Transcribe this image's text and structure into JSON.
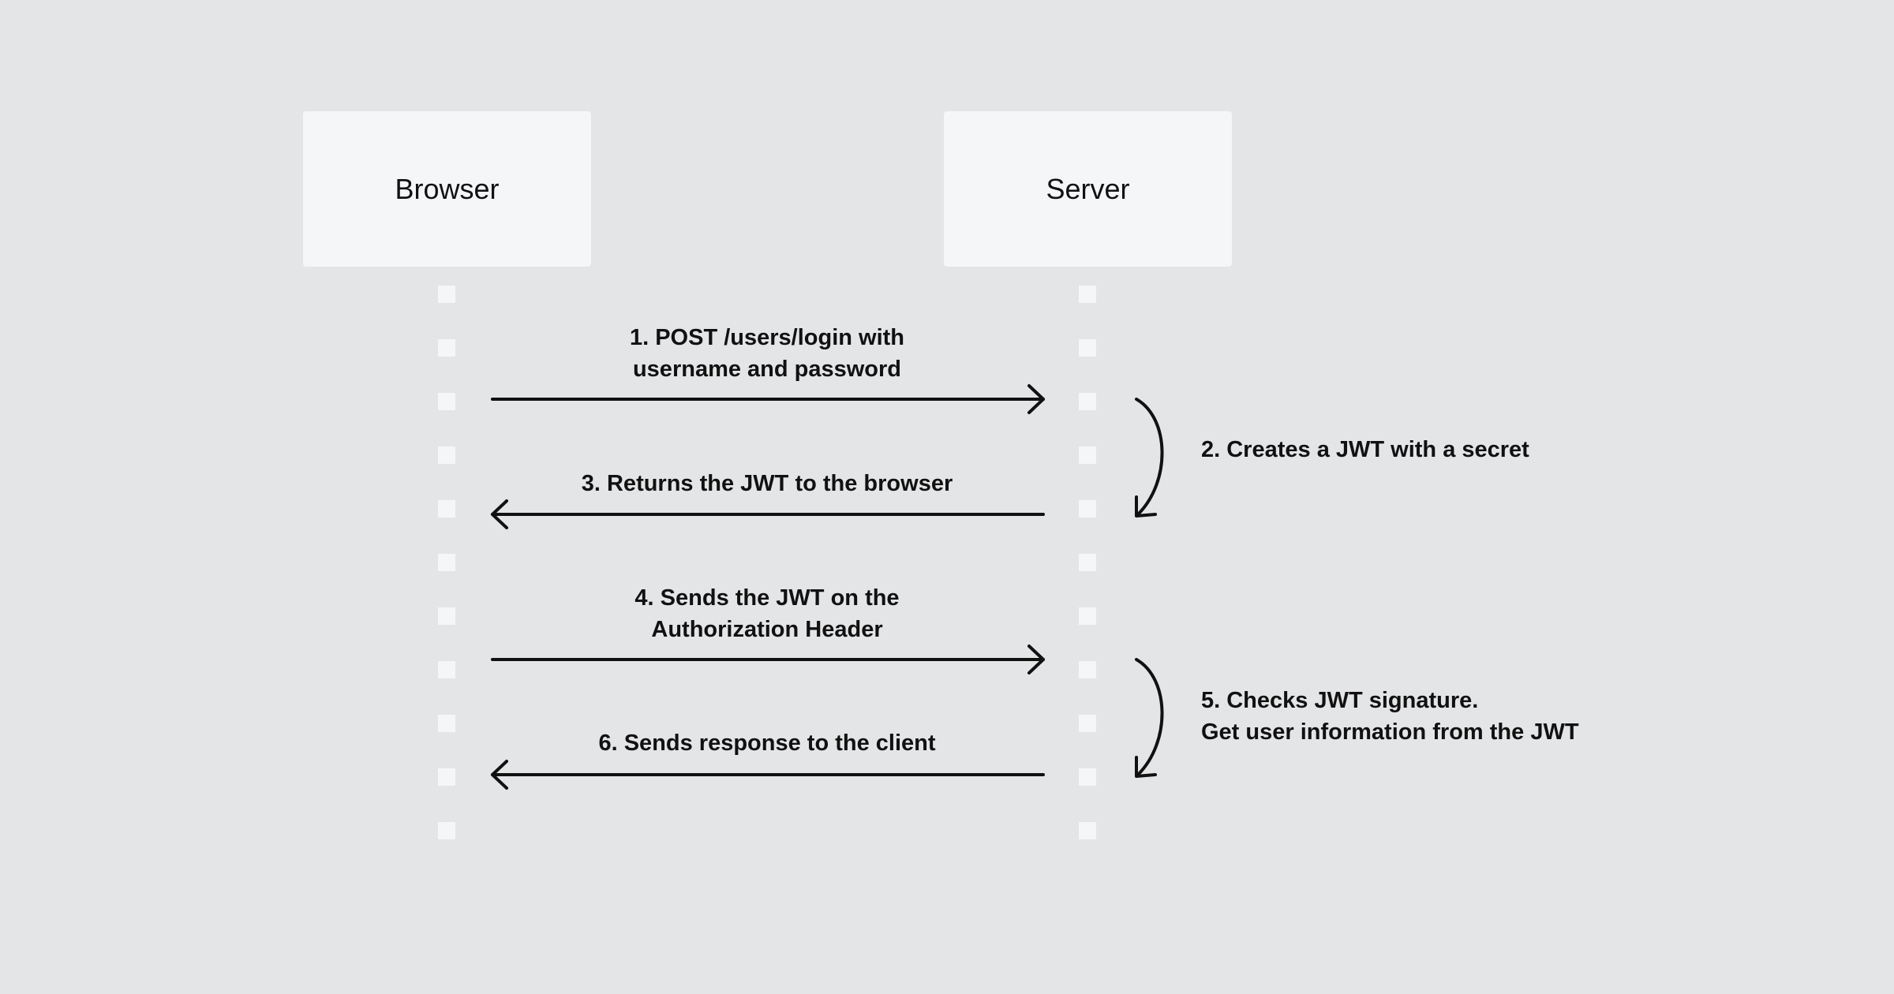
{
  "actors": {
    "browser": "Browser",
    "server": "Server"
  },
  "messages": {
    "m1": {
      "line1": "1. POST /users/login with",
      "line2": "username and password"
    },
    "m2": {
      "line1": "2. Creates a JWT with a secret"
    },
    "m3": {
      "line1": "3. Returns the JWT to the browser"
    },
    "m4": {
      "line1": "4. Sends the JWT on the",
      "line2": "Authorization Header"
    },
    "m5": {
      "line1": "5. Checks JWT signature.",
      "line2": "Get user information from the JWT"
    },
    "m6": {
      "line1": "6. Sends response to the client"
    }
  },
  "colors": {
    "background": "#e4e5e7",
    "box": "#f5f6f8",
    "lifeline": "#f5f6f8",
    "stroke": "#111111"
  }
}
